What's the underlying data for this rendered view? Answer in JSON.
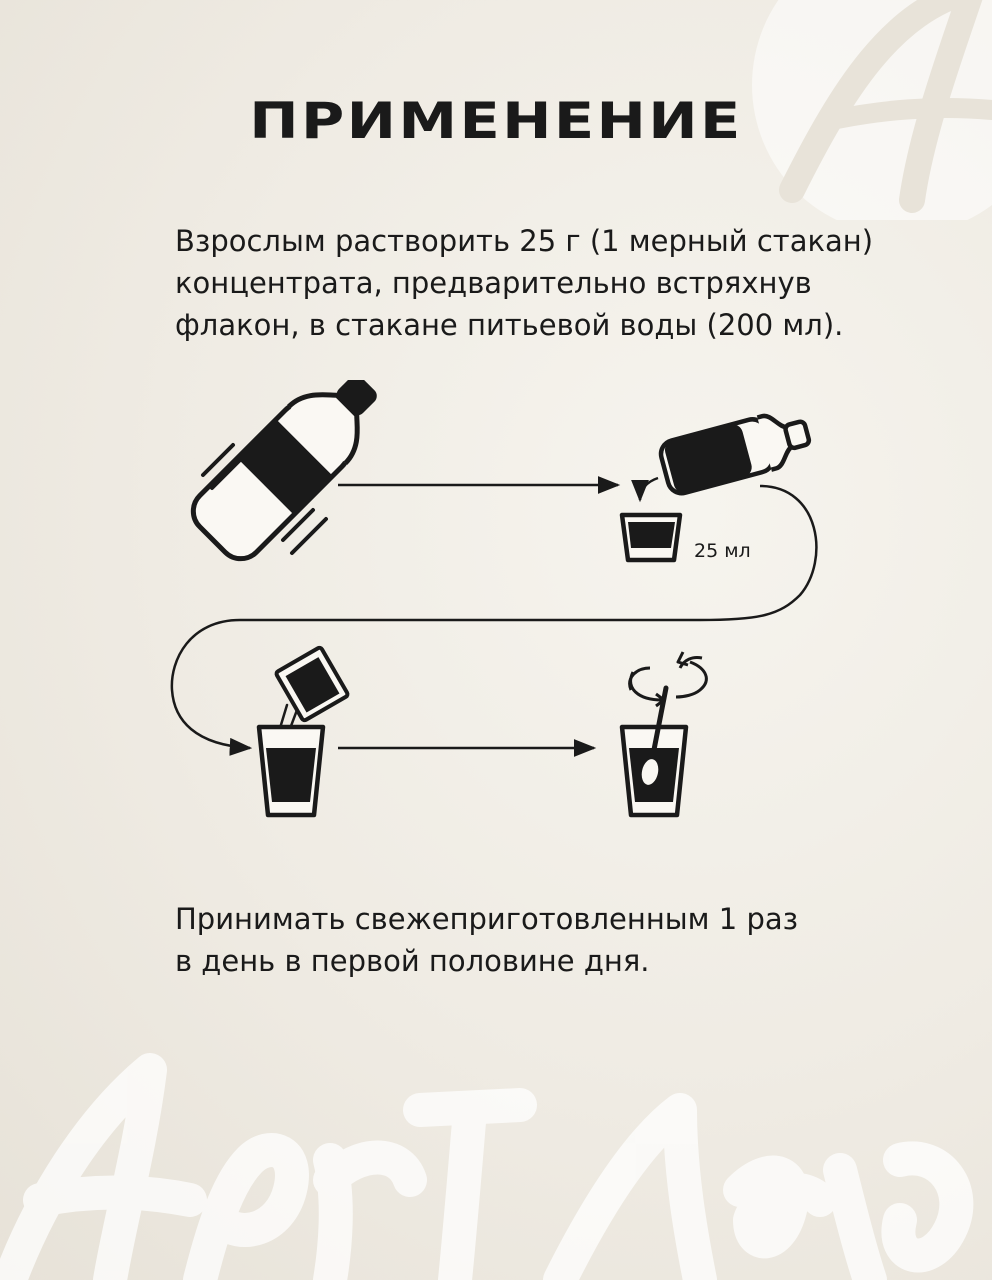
{
  "title": "ПРИМЕНЕНИЕ",
  "instruction_lines": [
    "Взрослым растворить 25 г (1 мерный стакан)",
    "концентрата, предварительно встряхнув",
    "флакон, в стакане питьевой воды (200 мл)."
  ],
  "steps": [
    {
      "icon": "shake-bottle-icon"
    },
    {
      "icon": "pour-into-measuring-cup-icon",
      "label": "25 мл"
    },
    {
      "icon": "pour-into-glass-icon"
    },
    {
      "icon": "stir-glass-icon"
    }
  ],
  "dosage_lines": [
    "Принимать свежеприготовленным 1 раз",
    "в день в первой половине дня."
  ],
  "watermark": {
    "logo_text": "Арт Лайф"
  }
}
